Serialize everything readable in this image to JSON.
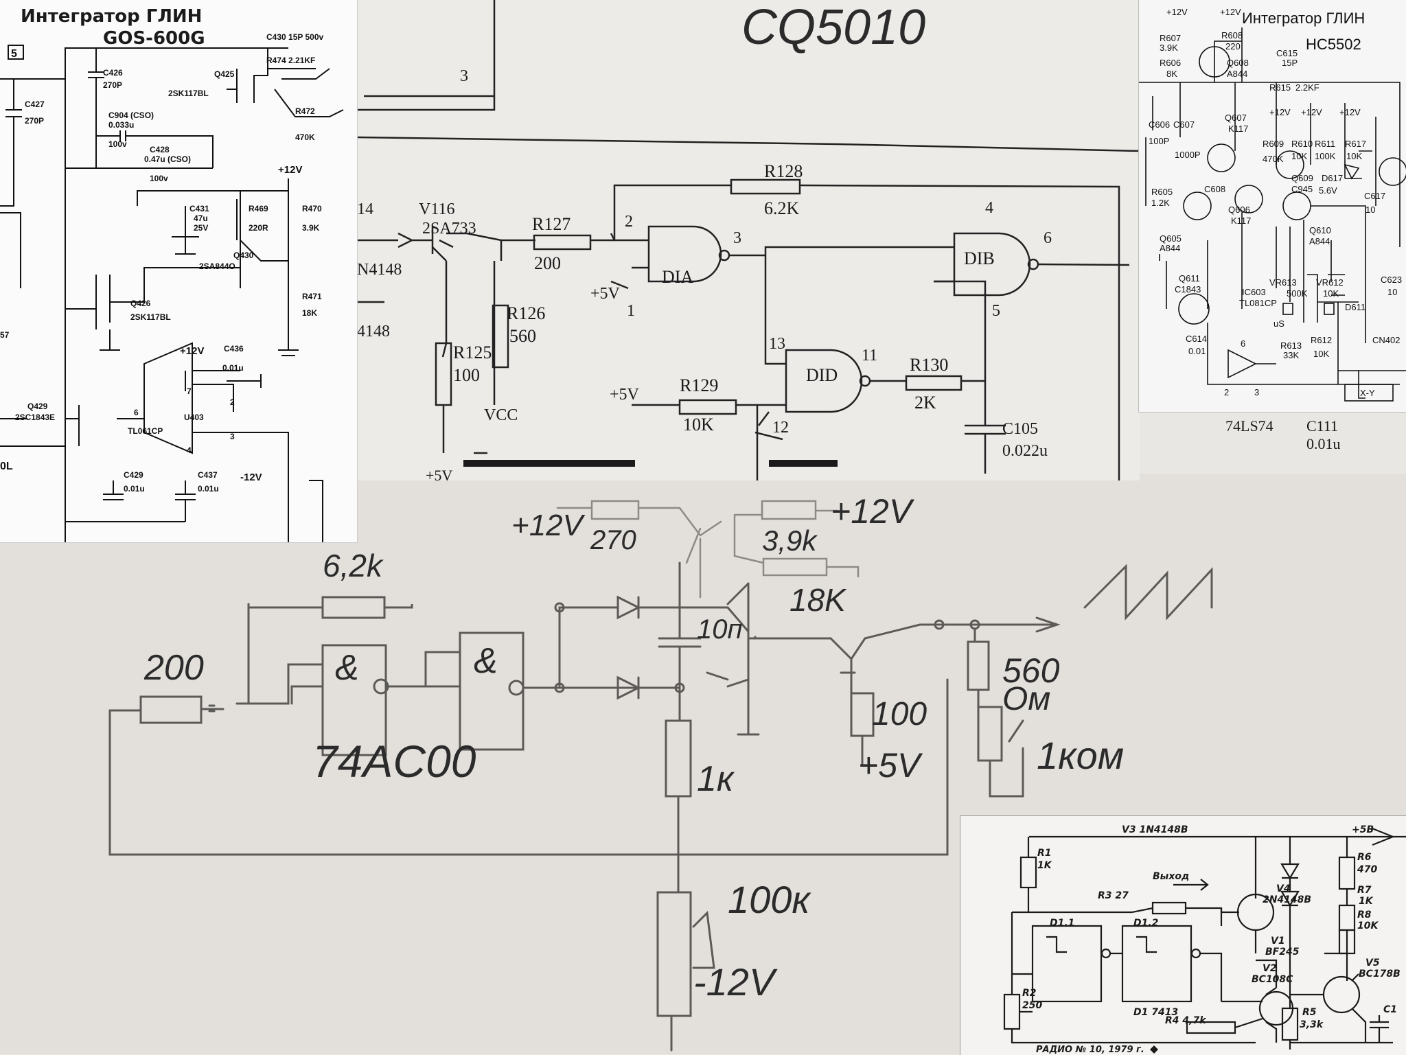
{
  "top_left": {
    "title": "Интегратор ГЛИН",
    "subtitle": "GOS-600G",
    "pin": "5",
    "labels": {
      "c430": "C430 15P 500v",
      "r474": "R474 2.21KF",
      "c426": "C426",
      "c426v": "270P",
      "q425": "Q425",
      "q425t": "2SK117BL",
      "c427": "C427",
      "c427v": "270P",
      "r472": "R472",
      "r472v": "470K",
      "c904": "C904 (CSO)",
      "c904v": "0.033u",
      "c904r": "100v",
      "c428": "C428",
      "c428v": "0.47u (CSO)",
      "c428r": "100v",
      "p12": "+12V",
      "c431": "C431",
      "c431v": "47u",
      "c431r": "25V",
      "r469": "R469",
      "r469v": "220R",
      "r470": "R470",
      "r470v": "3.9K",
      "q430": "Q430",
      "q430t": "2SA844O",
      "q426": "Q426",
      "q426t": "2SK117BL",
      "r471": "R471",
      "r471v": "18K",
      "p12b": "+12V",
      "c436": "C436",
      "c436v": "0.01u",
      "q429": "Q429",
      "q429t": "2SC1843E",
      "u403": "U403",
      "u403t": "TL061CP",
      "c429": "C429",
      "c429v": "0.01u",
      "c437": "C437",
      "c437v": "0.01u",
      "m12": "-12V",
      "pin7": "7",
      "pin4": "4",
      "pin2": "2",
      "pin3": "3",
      "pin6": "6",
      "c57": "57",
      "ol": "0L"
    }
  },
  "top_center": {
    "handwritten": "CQ5010",
    "labels": {
      "n3": "3",
      "n14": "14",
      "v116": "V116",
      "v116t": "2SA733",
      "r127": "R127",
      "r127v": "200",
      "r128": "R128",
      "r128v": "6.2K",
      "n4": "4",
      "n2": "2",
      "n3b": "3",
      "n6": "6",
      "d1a": "DIA",
      "d1b": "DIB",
      "d1d": "DID",
      "p5v": "+5V",
      "n1": "1",
      "n5": "5",
      "n13": "13",
      "n11": "11",
      "n12": "12",
      "r126": "R126",
      "r126v": "560",
      "r125": "R125",
      "r125v": "100",
      "vcc": "VCC",
      "r129": "R129",
      "r129v": "10K",
      "p5vb": "+5V",
      "r130": "R130",
      "r130v": "2K",
      "c105": "C105",
      "c105v": "0.022u",
      "n4148a": "N4148",
      "n4148b": "4148",
      "p5vc": "+5V",
      "ls74": "74LS74",
      "c111": "C111",
      "c111v": "0.01u"
    }
  },
  "top_right": {
    "title": "Интегратор ГЛИН",
    "subtitle": "HC5502",
    "labels": {
      "p12a": "+12V",
      "p12b": "+12V",
      "r607": "R607",
      "r607v": "3.9K",
      "r608": "R608",
      "r608v": "220",
      "r606": "R606",
      "r606v": "8K",
      "q608": "Q608",
      "q608t": "A844",
      "c615": "C615",
      "c615v": "15P",
      "r615": "R615",
      "r615v": "2.2KF",
      "p12c": "+12V",
      "p12d": "+12V",
      "p12e": "+12V",
      "c606": "C606",
      "c606v": "100P",
      "c607": "C607",
      "c607v": "1000P",
      "q607": "Q607",
      "q607t": "K117",
      "r609": "R609",
      "r609v": "470K",
      "r610": "R610",
      "r610v": "10K",
      "r611": "R611",
      "r611v": "100K",
      "r617": "R617",
      "r617v": "10K",
      "r605": "R605",
      "r605v": "1.2K",
      "c608": "C608",
      "q606": "Q606",
      "q606t": "K117",
      "q609": "Q609",
      "q609t": "C945",
      "d617": "D617",
      "d617v": "5.6V",
      "c617": "C617",
      "c617v": "10",
      "q605": "Q605",
      "q605t": "A844",
      "q610": "Q610",
      "q610t": "A844",
      "q611": "Q611",
      "q611t": "C1843",
      "ic603": "IC603",
      "ic603t": "TL081CP",
      "vr613": "VR613",
      "vr613v": "500K",
      "vr612": "VR612",
      "vr612v": "10K",
      "d611": "D611",
      "c623": "C623",
      "c623v": "10",
      "c614": "C614",
      "c614v": "0.01",
      "r613": "R613",
      "r613v": "33K",
      "r612": "R612",
      "r612v": "10K",
      "cn": "CN402",
      "xy": "X-Y",
      "us": "uS",
      "n6": "6",
      "n2": "2",
      "n3": "3"
    }
  },
  "sketch": {
    "labels": {
      "p12a": "+12V",
      "r270": "270",
      "p12b": "+12V",
      "r39": "3,9k",
      "r18": "18K",
      "r62": "6,2k",
      "c10": "10п",
      "r200": "200",
      "chip": "74AC00",
      "r560": "560",
      "om": "Ом",
      "r100": "100",
      "p5": "+5V",
      "r1k": "1к",
      "r1kom": "1ком",
      "r100k": "100к",
      "m12": "-12V",
      "amp1": "&",
      "amp2": "&"
    }
  },
  "bottom_right": {
    "labels": {
      "v3": "V3 1N4148B",
      "p5v": "+5В",
      "r1": "R1",
      "r1v": "1K",
      "r6": "R6",
      "r6v": "470",
      "out": "Выход",
      "r3": "R3 27",
      "v4": "V4",
      "v4t": "2N4148B",
      "r7": "R7",
      "r7v": "1K",
      "r8": "R8",
      "r8v": "10K",
      "d11": "D1.1",
      "d12": "D1.2",
      "v1": "V1",
      "v1t": "BF245",
      "v5": "V5",
      "v5t": "BC178B",
      "v2": "V2",
      "v2t": "BC108C",
      "r2": "R2",
      "r2v": "250",
      "d1": "D1 7413",
      "r4": "R4 4,7k",
      "r5": "R5",
      "r5v": "3,3k",
      "c1": "C1",
      "src": "РАДИО № 10, 1979 г."
    }
  }
}
